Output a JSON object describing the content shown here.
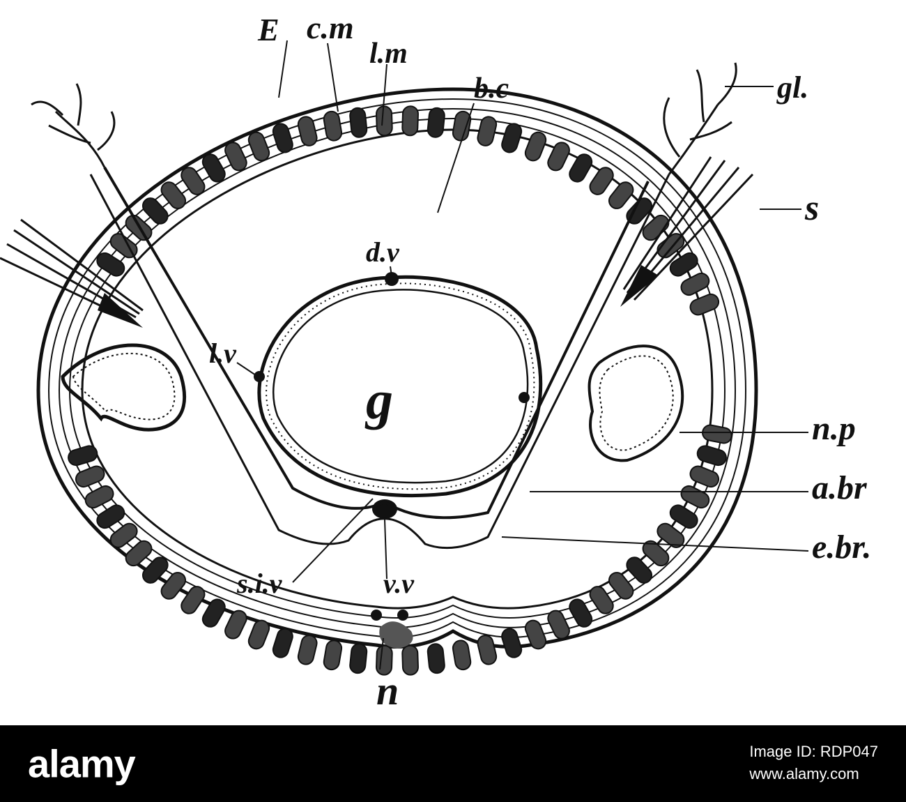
{
  "labels": {
    "E": "E",
    "cm": "c.m",
    "lm": "l.m",
    "bc": "b.c",
    "gl": "gl.",
    "s": "s",
    "dv": "d.v",
    "lv": "l.v",
    "g": "g",
    "np": "n.p",
    "abr": "a.br",
    "ebr": "e.br.",
    "siv": "s.i.v",
    "vv": "v.v",
    "n": "n"
  },
  "footer": {
    "brand": "alamy",
    "image_id_line": "Image ID: RDP047",
    "site": "www.alamy.com"
  },
  "colors": {
    "ink": "#111111",
    "paper": "#ffffff",
    "footer_bg": "#000000",
    "footer_text": "#ffffff"
  }
}
